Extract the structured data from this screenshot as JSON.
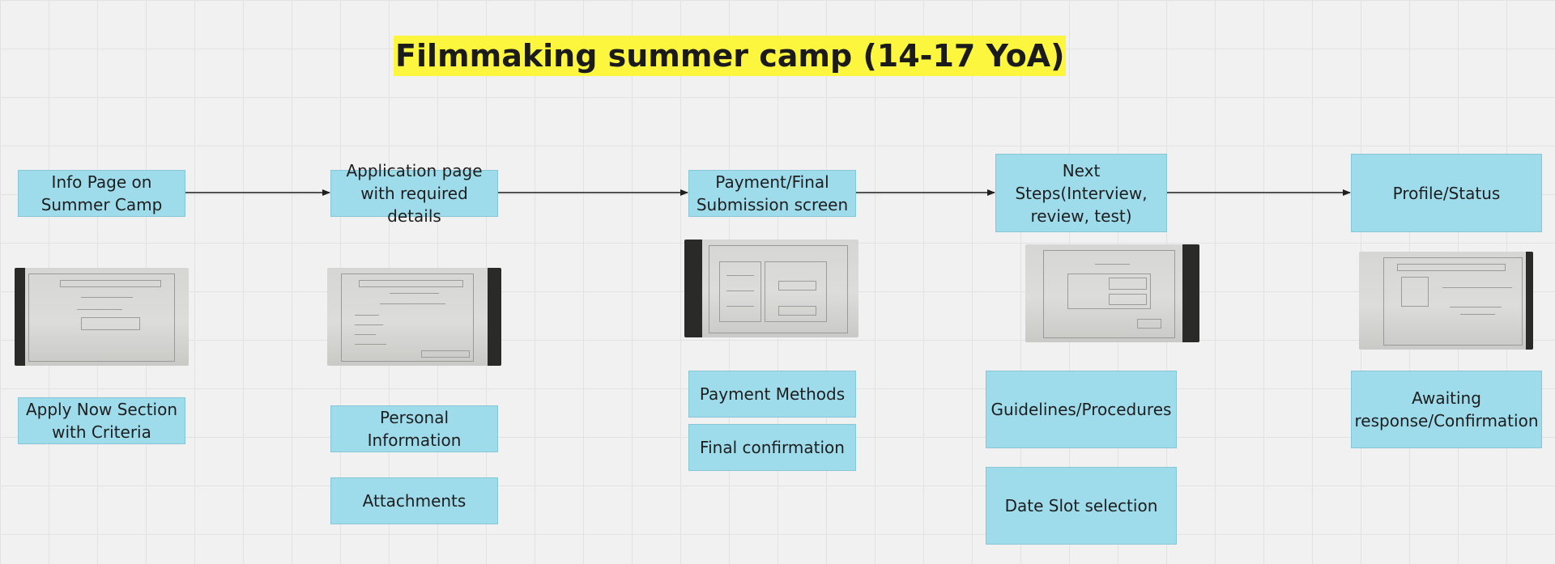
{
  "title": "Filmmaking summer camp (14-17 YoA)",
  "colors": {
    "sticky_note": "#9edcec",
    "title_highlight": "#fdf63e",
    "connector": "#1e1e1e"
  },
  "steps": [
    {
      "label": "Info Page on Summer Camp",
      "notes": [
        "Apply Now Section with Criteria"
      ]
    },
    {
      "label": "Application page with required details",
      "notes": [
        "Personal Information",
        "Attachments"
      ]
    },
    {
      "label": "Payment/Final Submission screen",
      "notes": [
        "Payment Methods",
        "Final confirmation"
      ]
    },
    {
      "label": "Next Steps(Interview, review, test)",
      "notes": [
        "Guidelines/Procedures",
        "Date Slot selection"
      ]
    },
    {
      "label": "Profile/Status",
      "notes": [
        "Awaiting response/Confirmation"
      ]
    }
  ]
}
